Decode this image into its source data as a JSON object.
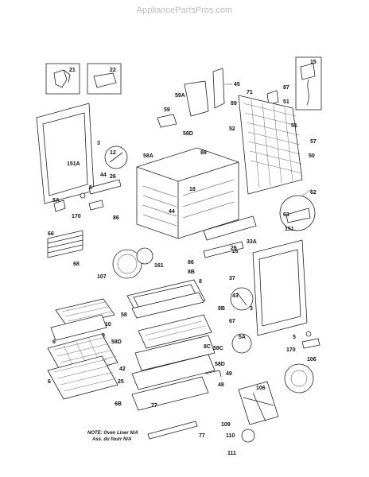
{
  "watermark": "AppliancePartsPros.com",
  "note": {
    "line1": "NOTE: Oven Liner N/A",
    "line2": "Ass. du fourr N/A"
  },
  "callouts": {
    "c21": "21",
    "c22": "22",
    "c15": "15",
    "c45": "45",
    "c87": "87",
    "c59a": "59A",
    "c59": "59",
    "c71": "71",
    "c89": "89",
    "c51": "51",
    "c52": "52",
    "c51b": "51",
    "c57": "57",
    "c58d": "58D",
    "c88": "88",
    "c3": "3",
    "c12": "12",
    "c58a": "58A",
    "c151a": "151A",
    "c50": "50",
    "c44": "44",
    "c26": "26",
    "c18": "18",
    "c62": "62",
    "c5": "5",
    "c86": "86",
    "c44b": "44",
    "c63": "63",
    "c5a": "5A",
    "c170": "170",
    "c26b": "26",
    "c33a": "33A",
    "c66": "66",
    "c151": "151",
    "c26c": "26",
    "c86b": "86",
    "c68": "68",
    "c161": "161",
    "c8b": "8B",
    "c107": "107",
    "c37": "37",
    "c8": "8",
    "c43": "43",
    "c58": "58",
    "c3b": "3",
    "c8b2": "8B",
    "c67": "67",
    "c10": "10",
    "c8c": "8C",
    "c5a2": "5A",
    "c5b": "5",
    "c9": "9",
    "c58c": "58C",
    "c58d2": "58D",
    "c106": "106",
    "c6": "6",
    "c58db": "58D",
    "c170b": "170",
    "c42": "42",
    "c106b": "106",
    "c49": "49",
    "c25": "25",
    "c6b": "6",
    "c48": "48",
    "c6bb": "6B",
    "c77": "77",
    "c109": "109",
    "c110": "110",
    "c77b": "77",
    "c111": "111"
  }
}
